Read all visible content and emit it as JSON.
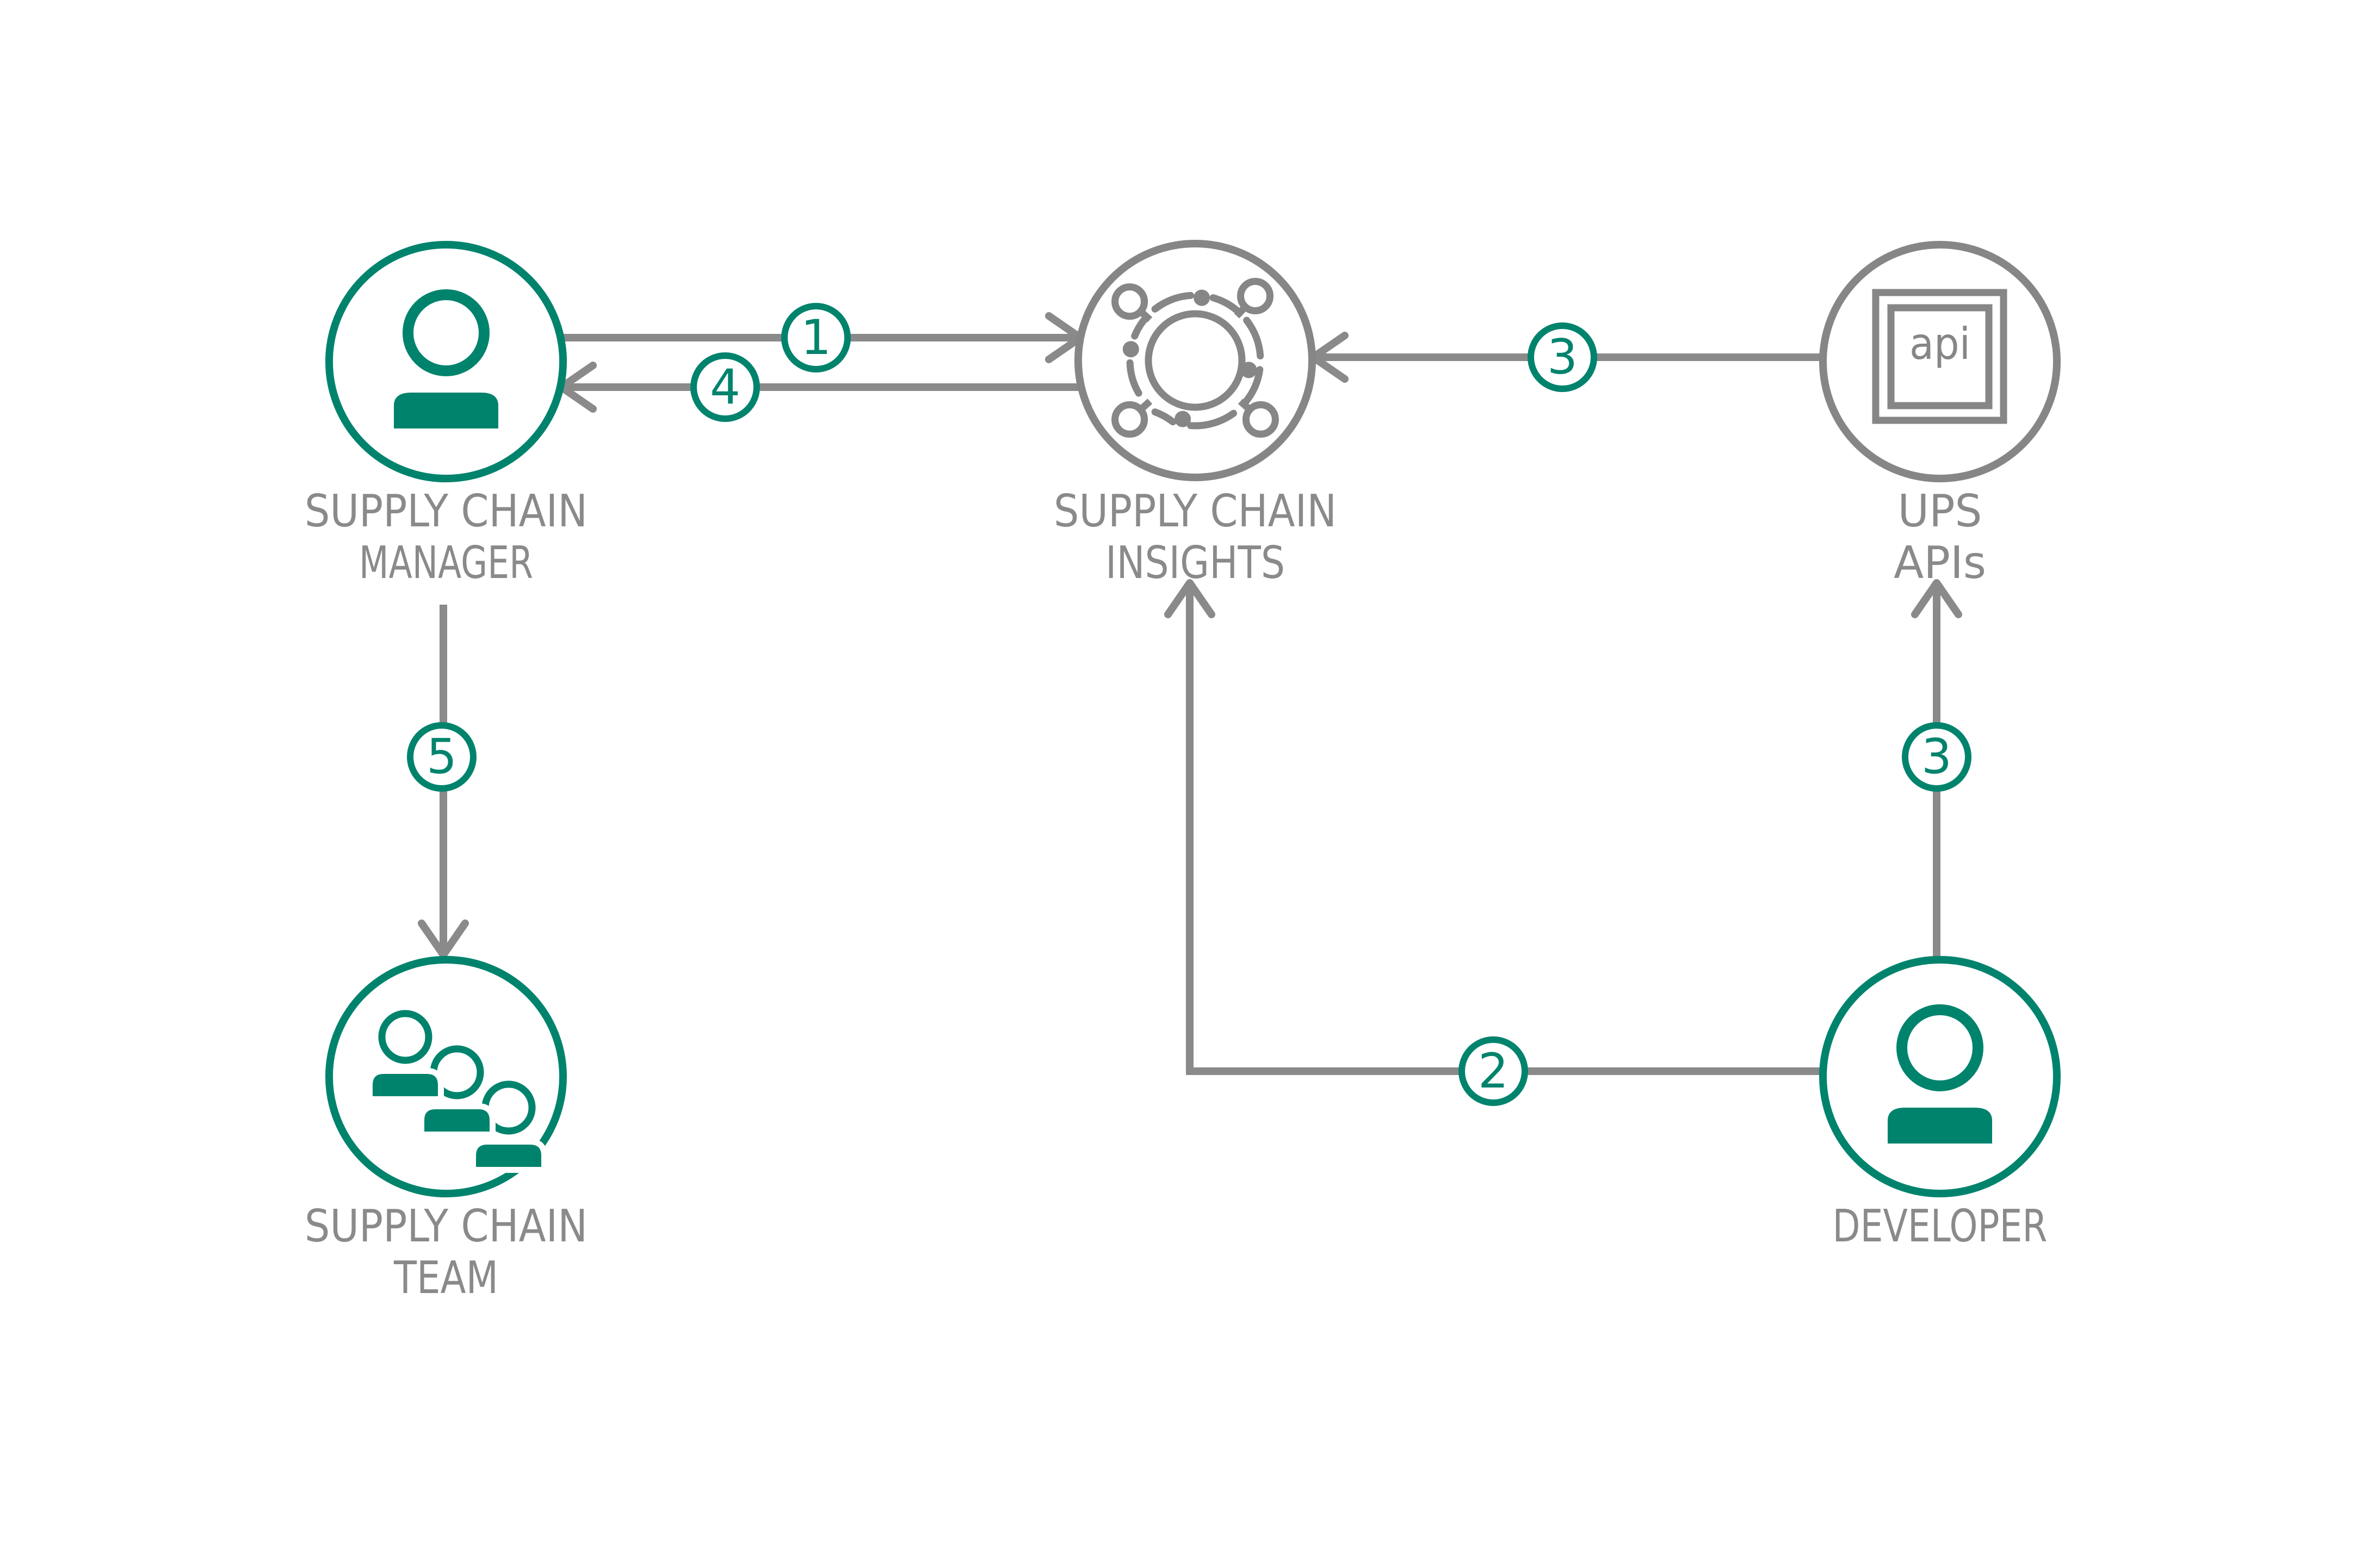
{
  "diagram": {
    "background": "#FFFFFF",
    "nodes": {
      "manager": {
        "lines": [
          "SUPPLY CHAIN",
          "MANAGER"
        ],
        "icon": "person-icon"
      },
      "insights": {
        "lines": [
          "SUPPLY CHAIN",
          "INSIGHTS"
        ],
        "icon": "insights-network-icon"
      },
      "ups": {
        "lines": [
          "UPS",
          "APIs"
        ],
        "icon": "api-icon",
        "icon_text": "api"
      },
      "team": {
        "lines": [
          "SUPPLY CHAIN",
          "TEAM"
        ],
        "icon": "people-group-icon"
      },
      "developer": {
        "lines": [
          "DEVELOPER"
        ],
        "icon": "person-icon"
      }
    },
    "steps": [
      {
        "number": "1",
        "from": "supply-chain-manager",
        "to": "supply-chain-insights"
      },
      {
        "number": "2",
        "from": "developer",
        "to": "supply-chain-insights"
      },
      {
        "number": "3",
        "from": "ups-apis",
        "to": "supply-chain-insights"
      },
      {
        "number": "3",
        "from": "developer",
        "to": "ups-apis"
      },
      {
        "number": "4",
        "from": "supply-chain-insights",
        "to": "supply-chain-manager"
      },
      {
        "number": "5",
        "from": "supply-chain-manager",
        "to": "supply-chain-team"
      }
    ],
    "colors": {
      "accent_teal": "#00836D",
      "line_gray": "#8A8A8A",
      "icon_gray": "#868686",
      "label_gray": "#8A8A8A"
    }
  }
}
